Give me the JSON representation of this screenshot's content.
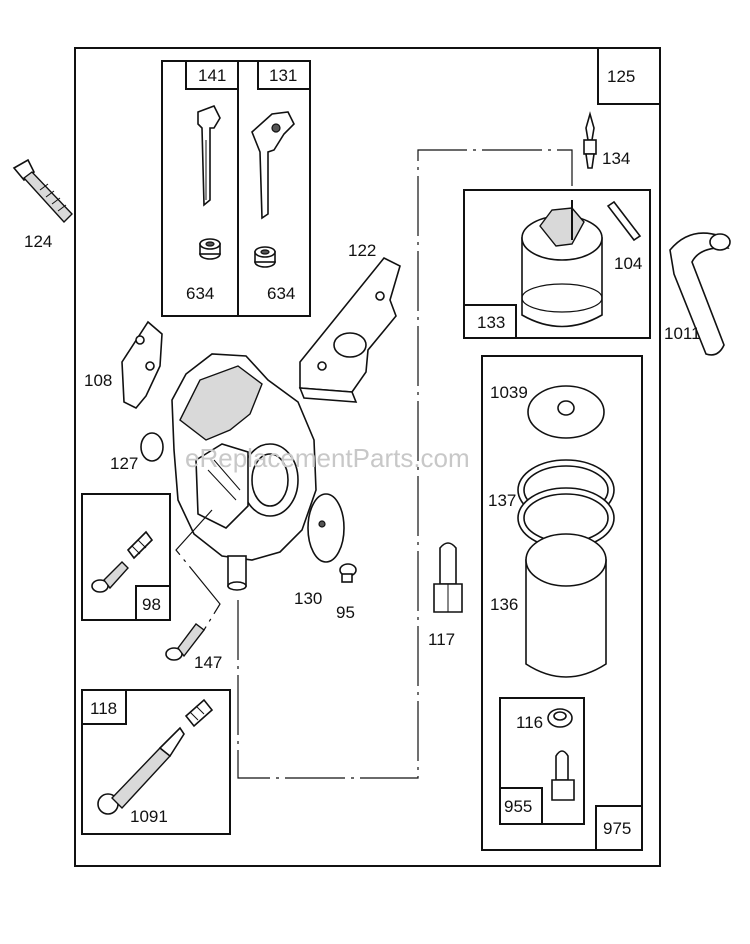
{
  "watermark": "eReplacementParts.com",
  "labels": {
    "p125": "125",
    "p141": "141",
    "p131": "131",
    "p634a": "634",
    "p634b": "634",
    "p124": "124",
    "p134": "134",
    "p122": "122",
    "p104": "104",
    "p133": "133",
    "p1011": "1011",
    "p108": "108",
    "p127": "127",
    "p1039": "1039",
    "p137": "137",
    "p98": "98",
    "p130": "130",
    "p95": "95",
    "p117": "117",
    "p136": "136",
    "p147": "147",
    "p118": "118",
    "p116": "116",
    "p1091": "1091",
    "p955": "955",
    "p975": "975"
  }
}
